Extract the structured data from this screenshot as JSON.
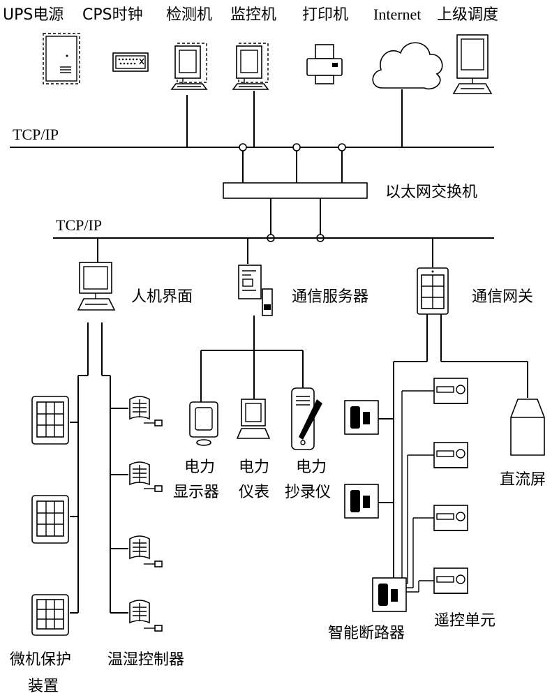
{
  "top_labels": {
    "ups": "UPS电源",
    "cps": "CPS时钟",
    "detector": "检测机",
    "monitor": "监控机",
    "printer": "打印机",
    "internet": "Internet",
    "dispatch": "上级调度"
  },
  "networks": {
    "upper": "TCP/IP",
    "lower": "TCP/IP",
    "switch": "以太网交换机"
  },
  "devices": {
    "hmi": "人机界面",
    "comm_server": "通信服务器",
    "gateway": "通信网关",
    "power_display": [
      "电力",
      "显示器"
    ],
    "power_meter": [
      "电力",
      "仪表"
    ],
    "power_recorder": [
      "电力",
      "抄录仪"
    ],
    "dc_screen": "直流屏",
    "breaker": "智能断路器",
    "remote_unit": "遥控单元",
    "protection": [
      "微机保护",
      "装置"
    ],
    "humidity": "温湿控制器"
  }
}
